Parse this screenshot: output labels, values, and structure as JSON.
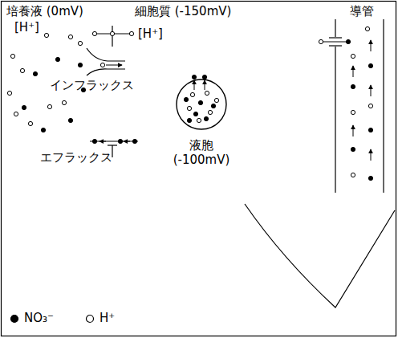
{
  "diagram": {
    "nodes": [
      {
        "text": [
          "液胞 (-100mV)"
        ]
      }
    ],
    "labels": [
      "培養液 (0mV)",
      "細胞質 (-150mV)",
      "導管",
      "[H⁺]",
      "[H⁺]",
      "インフラックス",
      "エフラックス"
    ],
    "legend": [
      {
        "text": "NO₃⁻"
      },
      {
        "text": "H⁺"
      }
    ]
  }
}
